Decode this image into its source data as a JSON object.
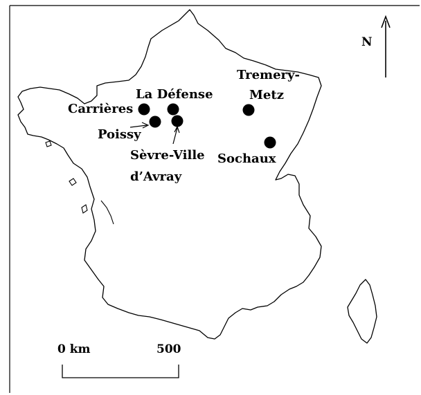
{
  "map": {
    "frame_visible": true,
    "north_label": "N",
    "scale": {
      "start_label": "0 km",
      "end_label": "500"
    },
    "cities": [
      {
        "id": "carrieres",
        "label": "Carrières"
      },
      {
        "id": "la-defense",
        "label": "La Défense"
      },
      {
        "id": "poissy",
        "label": "Poissy"
      },
      {
        "id": "sevre",
        "label_line1": "Sèvre-Ville",
        "label_line2": "d’Avray"
      },
      {
        "id": "tremery",
        "label_line1": "Tremery-",
        "label_line2": "Metz"
      },
      {
        "id": "sochaux",
        "label": "Sochaux"
      }
    ],
    "colors": {
      "outline": "#000000",
      "marker": "#000000",
      "background": "#ffffff"
    }
  }
}
